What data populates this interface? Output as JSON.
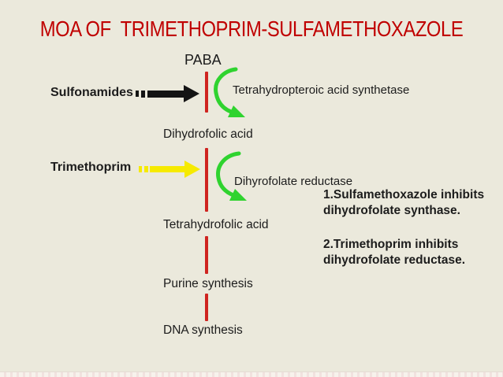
{
  "title": "MOA OF  TRIMETHOPRIM-SULFAMETHOXAZOLE",
  "labels": {
    "paba": "PABA",
    "sulfonamides": "Sulfonamides",
    "enzyme1": "Tetrahydropteroic acid synthetase",
    "dihydrofolic": "Dihydrofolic acid",
    "trimethoprim": "Trimethoprim",
    "enzyme2": "Dihyrofolate reductase",
    "tetrahydrofolic": "Tetrahydrofolic acid",
    "purine": "Purine synthesis",
    "dna": "DNA synthesis"
  },
  "notes": {
    "note1": "1.Sulfamethoxazole inhibits dihydrofolate synthase.",
    "note2": "2.Trimethoprim inhibits dihydrofolate reductase."
  },
  "colors": {
    "background": "#EBE9DC",
    "title_red": "#C00000",
    "pathway_red": "#CF2420",
    "arrow_black": "#141414",
    "arrow_yellow": "#F6EA00",
    "arrow_green": "#2FD32F",
    "text": "#1C1C1C"
  }
}
